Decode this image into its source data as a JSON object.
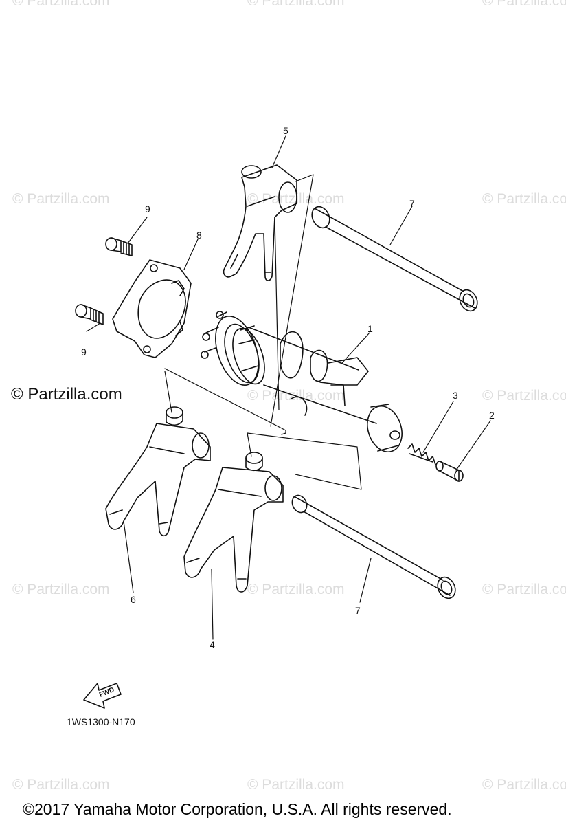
{
  "watermark": {
    "text": "© Partzilla.com",
    "strong_text": "© Partzilla.com"
  },
  "callouts": {
    "c1": "1",
    "c2": "2",
    "c3": "3",
    "c4": "4",
    "c5": "5",
    "c6": "6",
    "c7a": "7",
    "c7b": "7",
    "c8": "8",
    "c9a": "9",
    "c9b": "9"
  },
  "fwd_label": "FWD",
  "diagram_code": "1WS1300-N170",
  "copyright": "©2017  Yamaha Motor Corporation, U.S.A. All rights reserved.",
  "colors": {
    "line": "#111111",
    "watermark": "#dcdcdc",
    "background": "#ffffff"
  }
}
